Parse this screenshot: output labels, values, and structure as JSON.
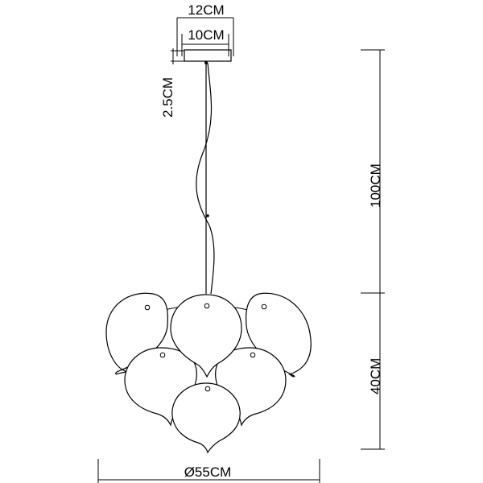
{
  "dimensions": {
    "canopy_outer_width": "12CM",
    "canopy_inner_width": "10CM",
    "canopy_height": "2.5CM",
    "cable_length": "100CM",
    "shade_height": "40CM",
    "diameter": "Ø55CM"
  },
  "colors": {
    "line": "#000000",
    "background": "#ffffff"
  }
}
